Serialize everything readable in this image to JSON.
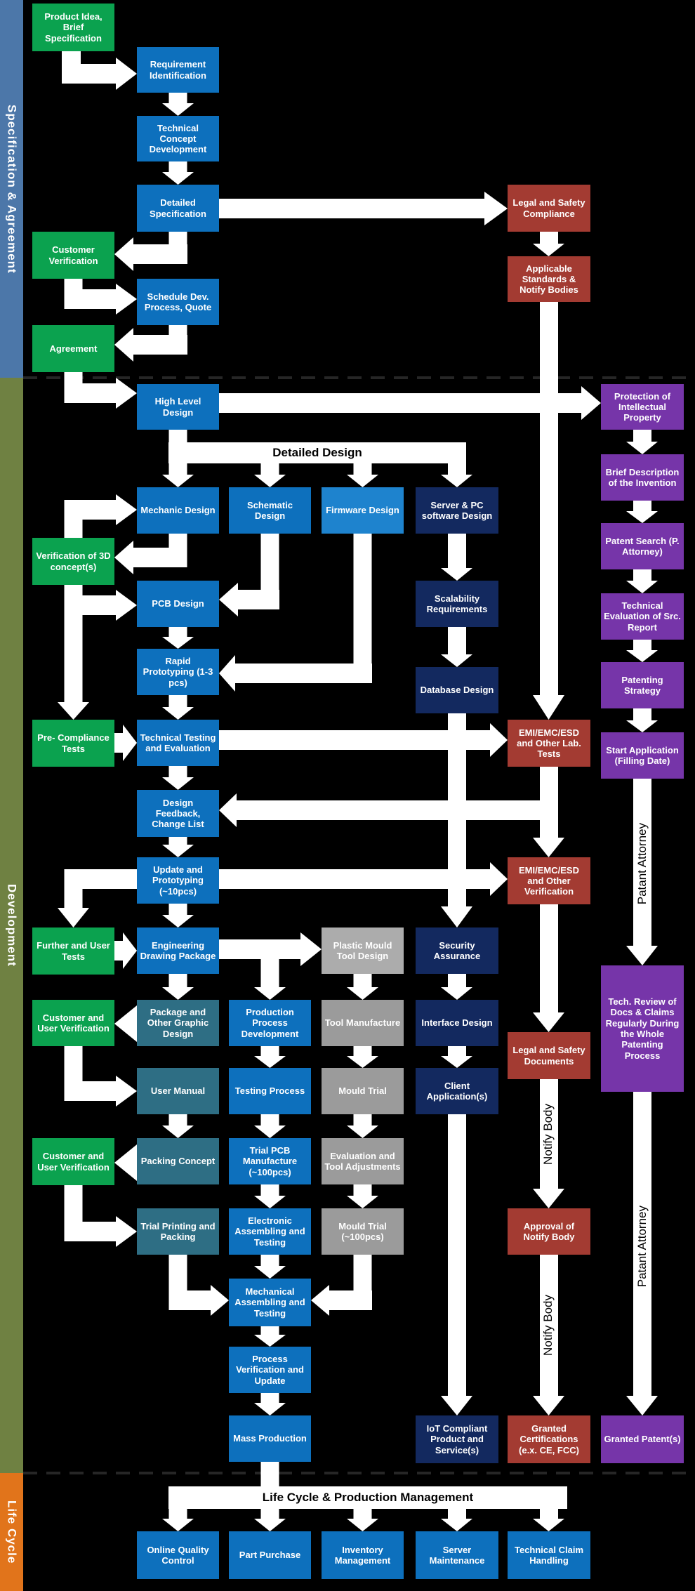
{
  "colors": {
    "background": "#000000",
    "arrow": "#FFFFFF",
    "green": "#0BA24F",
    "blue": "#0D70BD",
    "light_blue": "#1E83CE",
    "navy": "#13295F",
    "red": "#A33B32",
    "purple": "#7635A9",
    "teal": "#2E6E84",
    "gray": "#9B9B9B",
    "light_gray": "#ACACAC",
    "sidebar_spec": "#4C77A9",
    "sidebar_dev": "#6F8142",
    "sidebar_life": "#E1741B"
  },
  "sidebar": {
    "sections": [
      {
        "id": "spec",
        "label": "Specification & Agreement"
      },
      {
        "id": "dev",
        "label": "Development"
      },
      {
        "id": "life",
        "label": "Life Cycle"
      }
    ]
  },
  "banners": {
    "detailed_design": "Detailed Design",
    "life_cycle": "Life Cycle & Production Management"
  },
  "vertical_labels": [
    {
      "id": "patant-attorney-1",
      "label": "Patant Attorney"
    },
    {
      "id": "patant-attorney-2",
      "label": "Patant Attorney"
    },
    {
      "id": "notify-body-1",
      "label": "Notify Body"
    },
    {
      "id": "notify-body-2",
      "label": "Notify Body"
    }
  ],
  "boxes": [
    {
      "id": "product-idea",
      "label": "Product Idea, Brief Specification",
      "role": "green"
    },
    {
      "id": "requirement-identification",
      "label": "Requirement Identification",
      "role": "blue"
    },
    {
      "id": "technical-concept-development",
      "label": "Technical Concept Development",
      "role": "blue"
    },
    {
      "id": "detailed-specification",
      "label": "Detailed Specification",
      "role": "blue"
    },
    {
      "id": "legal-safety-compliance",
      "label": "Legal and Safety Compliance",
      "role": "red"
    },
    {
      "id": "customer-verification",
      "label": "Customer Verification",
      "role": "green"
    },
    {
      "id": "schedule-dev-process-quote",
      "label": "Schedule Dev. Process, Quote",
      "role": "blue"
    },
    {
      "id": "applicable-standards",
      "label": "Applicable Standards & Notify Bodies",
      "role": "red"
    },
    {
      "id": "agreement",
      "label": "Agreement",
      "role": "green"
    },
    {
      "id": "high-level-design",
      "label": "High Level Design",
      "role": "blue"
    },
    {
      "id": "protection-ip",
      "label": "Protection of Intellectual Property",
      "role": "purple"
    },
    {
      "id": "mechanic-design",
      "label": "Mechanic Design",
      "role": "blue"
    },
    {
      "id": "schematic-design",
      "label": "Schematic Design",
      "role": "blue"
    },
    {
      "id": "firmware-design",
      "label": "Firmware Design",
      "role": "light_blue"
    },
    {
      "id": "server-pc-software-design",
      "label": "Server & PC software Design",
      "role": "navy"
    },
    {
      "id": "verification-3d",
      "label": "Verification of 3D concept(s)",
      "role": "green"
    },
    {
      "id": "pcb-design",
      "label": "PCB Design",
      "role": "blue"
    },
    {
      "id": "scalability-requirements",
      "label": "Scalability Requirements",
      "role": "navy"
    },
    {
      "id": "brief-description",
      "label": "Brief Description of the Invention",
      "role": "purple"
    },
    {
      "id": "patent-search",
      "label": "Patent Search (P. Attorney)",
      "role": "purple"
    },
    {
      "id": "technical-evaluation",
      "label": "Technical Evaluation of Src. Report",
      "role": "purple"
    },
    {
      "id": "patenting-strategy",
      "label": "Patenting Strategy",
      "role": "purple"
    },
    {
      "id": "rapid-prototyping",
      "label": "Rapid Prototyping (1-3 pcs)",
      "role": "blue"
    },
    {
      "id": "database-design",
      "label": "Database Design",
      "role": "navy"
    },
    {
      "id": "pre-compliance-tests",
      "label": "Pre- Compliance Tests",
      "role": "green"
    },
    {
      "id": "technical-testing",
      "label": "Technical Testing and Evaluation",
      "role": "blue"
    },
    {
      "id": "emi-lab-tests",
      "label": "EMI/EMC/ESD and Other Lab. Tests",
      "role": "red"
    },
    {
      "id": "start-application",
      "label": "Start Application (Filling Date)",
      "role": "purple"
    },
    {
      "id": "design-feedback",
      "label": "Design Feedback, Change List",
      "role": "blue"
    },
    {
      "id": "update-prototyping",
      "label": "Update and Prototyping (~10pcs)",
      "role": "blue"
    },
    {
      "id": "emi-verification",
      "label": "EMI/EMC/ESD and Other Verification",
      "role": "red"
    },
    {
      "id": "further-user-tests",
      "label": "Further and User Tests",
      "role": "green"
    },
    {
      "id": "engineering-drawing",
      "label": "Engineering Drawing Package",
      "role": "blue"
    },
    {
      "id": "plastic-mould-tool-design",
      "label": "Plastic Mould Tool Design",
      "role": "light_gray"
    },
    {
      "id": "security-assurance",
      "label": "Security Assurance",
      "role": "navy"
    },
    {
      "id": "tech-review",
      "label": "Tech. Review of Docs & Claims Regularly During the Whole Patenting Process",
      "role": "purple"
    },
    {
      "id": "customer-user-verification-1",
      "label": "Customer and User Verification",
      "role": "green"
    },
    {
      "id": "package-graphic-design",
      "label": "Package and Other Graphic Design",
      "role": "teal"
    },
    {
      "id": "production-process-development",
      "label": "Production Process Development",
      "role": "blue"
    },
    {
      "id": "tool-manufacture",
      "label": "Tool Manufacture",
      "role": "gray"
    },
    {
      "id": "interface-design",
      "label": "Interface Design",
      "role": "navy"
    },
    {
      "id": "legal-safety-documents",
      "label": "Legal and Safety Documents",
      "role": "red"
    },
    {
      "id": "user-manual",
      "label": "User Manual",
      "role": "teal"
    },
    {
      "id": "testing-process",
      "label": "Testing Process",
      "role": "blue"
    },
    {
      "id": "mould-trial",
      "label": "Mould Trial",
      "role": "gray"
    },
    {
      "id": "client-applications",
      "label": "Client Application(s)",
      "role": "navy"
    },
    {
      "id": "customer-user-verification-2",
      "label": "Customer and User Verification",
      "role": "green"
    },
    {
      "id": "packing-concept",
      "label": "Packing Concept",
      "role": "teal"
    },
    {
      "id": "trial-pcb-manufacture",
      "label": "Trial PCB Manufacture (~100pcs)",
      "role": "blue"
    },
    {
      "id": "evaluation-tool-adjustments",
      "label": "Evaluation and Tool Adjustments",
      "role": "gray"
    },
    {
      "id": "trial-printing-packing",
      "label": "Trial Printing and Packing",
      "role": "teal"
    },
    {
      "id": "electronic-assembling",
      "label": "Electronic Assembling and Testing",
      "role": "blue"
    },
    {
      "id": "mould-trial-100",
      "label": "Mould Trial (~100pcs)",
      "role": "gray"
    },
    {
      "id": "approval-notify-body",
      "label": "Approval of Notify Body",
      "role": "red"
    },
    {
      "id": "mechanical-assembling",
      "label": "Mechanical Assembling and Testing",
      "role": "blue"
    },
    {
      "id": "process-verification",
      "label": "Process Verification and Update",
      "role": "blue"
    },
    {
      "id": "mass-production",
      "label": "Mass Production",
      "role": "blue"
    },
    {
      "id": "iot-compliant",
      "label": "IoT Compliant Product and Service(s)",
      "role": "navy"
    },
    {
      "id": "granted-certifications",
      "label": "Granted Certifications (e.x. CE, FCC)",
      "role": "red"
    },
    {
      "id": "granted-patents",
      "label": "Granted Patent(s)",
      "role": "purple"
    },
    {
      "id": "online-quality-control",
      "label": "Online Quality Control",
      "role": "blue"
    },
    {
      "id": "part-purchase",
      "label": "Part Purchase",
      "role": "blue"
    },
    {
      "id": "inventory-management",
      "label": "Inventory Management",
      "role": "blue"
    },
    {
      "id": "server-maintenance",
      "label": "Server Maintenance",
      "role": "blue"
    },
    {
      "id": "technical-claim-handling",
      "label": "Technical Claim Handling",
      "role": "blue"
    }
  ]
}
